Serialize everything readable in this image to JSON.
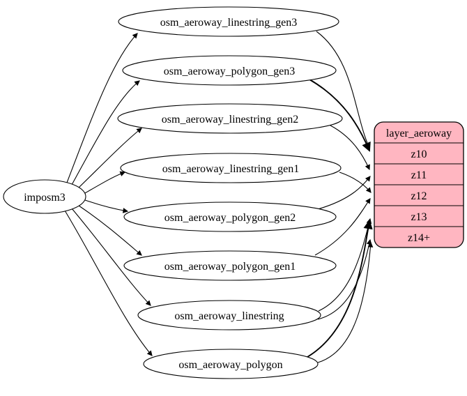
{
  "diagram": {
    "background": "#ffffff",
    "line_color": "#000000",
    "source": {
      "label": "imposm3"
    },
    "tables": [
      {
        "label": "osm_aeroway_linestring_gen3"
      },
      {
        "label": "osm_aeroway_polygon_gen3"
      },
      {
        "label": "osm_aeroway_linestring_gen2"
      },
      {
        "label": "osm_aeroway_linestring_gen1"
      },
      {
        "label": "osm_aeroway_polygon_gen2"
      },
      {
        "label": "osm_aeroway_polygon_gen1"
      },
      {
        "label": "osm_aeroway_linestring"
      },
      {
        "label": "osm_aeroway_polygon"
      }
    ],
    "layer": {
      "title": "layer_aeroway",
      "fill": "#ffb6c1",
      "rows": [
        {
          "label": "z10"
        },
        {
          "label": "z11"
        },
        {
          "label": "z12"
        },
        {
          "label": "z13"
        },
        {
          "label": "z14+"
        }
      ]
    },
    "edges": [
      {
        "from": "imposm3",
        "to": "osm_aeroway_linestring_gen3"
      },
      {
        "from": "imposm3",
        "to": "osm_aeroway_polygon_gen3"
      },
      {
        "from": "imposm3",
        "to": "osm_aeroway_linestring_gen2"
      },
      {
        "from": "imposm3",
        "to": "osm_aeroway_linestring_gen1"
      },
      {
        "from": "imposm3",
        "to": "osm_aeroway_polygon_gen2"
      },
      {
        "from": "imposm3",
        "to": "osm_aeroway_polygon_gen1"
      },
      {
        "from": "imposm3",
        "to": "osm_aeroway_linestring"
      },
      {
        "from": "imposm3",
        "to": "osm_aeroway_polygon"
      },
      {
        "from": "osm_aeroway_linestring_gen3",
        "to": "z10"
      },
      {
        "from": "osm_aeroway_polygon_gen3",
        "to": "z10"
      },
      {
        "from": "osm_aeroway_linestring_gen2",
        "to": "z11"
      },
      {
        "from": "osm_aeroway_polygon_gen2",
        "to": "z11"
      },
      {
        "from": "osm_aeroway_linestring_gen1",
        "to": "z12"
      },
      {
        "from": "osm_aeroway_polygon_gen1",
        "to": "z12"
      },
      {
        "from": "osm_aeroway_linestring",
        "to": "z13"
      },
      {
        "from": "osm_aeroway_polygon",
        "to": "z13"
      },
      {
        "from": "osm_aeroway_linestring",
        "to": "z14+"
      },
      {
        "from": "osm_aeroway_polygon",
        "to": "z14+"
      }
    ]
  }
}
